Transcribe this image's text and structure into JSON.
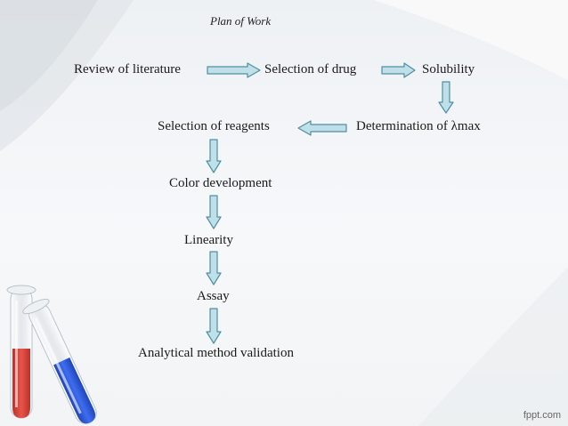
{
  "slide": {
    "title": "Plan of Work",
    "watermark": "fppt.com"
  },
  "flow": {
    "review_literature": "Review of  literature",
    "selection_drug": "Selection of drug",
    "solubility": "Solubility",
    "lambda_max": "Determination of  λmax",
    "selection_reagents": "Selection of reagents",
    "color_development": "Color development",
    "linearity": "Linearity",
    "assay": "Assay",
    "validation": "Analytical method validation"
  },
  "colors": {
    "arrow_fill": "#bfe0e8",
    "arrow_stroke": "#4f8fa3",
    "tube_red": "#e0453a",
    "tube_blue": "#2f5fe0"
  }
}
